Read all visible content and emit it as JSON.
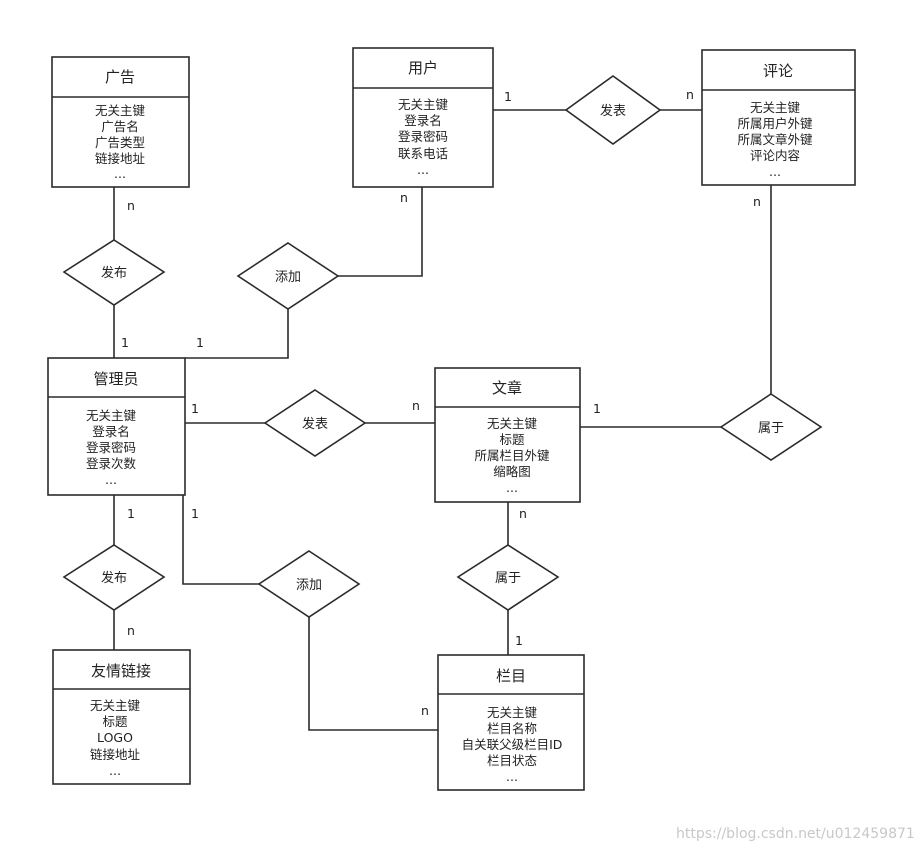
{
  "entities": [
    {
      "id": "ad",
      "title": "广告",
      "attrs": [
        "无关主键",
        "广告名",
        "广告类型",
        "链接地址",
        "..."
      ]
    },
    {
      "id": "user",
      "title": "用户",
      "attrs": [
        "无关主键",
        "登录名",
        "登录密码",
        "联系电话",
        "..."
      ]
    },
    {
      "id": "comment",
      "title": "评论",
      "attrs": [
        "无关主键",
        "所属用户外键",
        "所属文章外键",
        "评论内容",
        "..."
      ]
    },
    {
      "id": "admin",
      "title": "管理员",
      "attrs": [
        "无关主键",
        "登录名",
        "登录密码",
        "登录次数",
        "..."
      ]
    },
    {
      "id": "article",
      "title": "文章",
      "attrs": [
        "无关主键",
        "标题",
        "所属栏目外键",
        "缩略图",
        "..."
      ]
    },
    {
      "id": "link",
      "title": "友情链接",
      "attrs": [
        "无关主键",
        "标题",
        "LOGO",
        "链接地址",
        "..."
      ]
    },
    {
      "id": "column",
      "title": "栏目",
      "attrs": [
        "无关主键",
        "栏目名称",
        "自关联父级栏目ID",
        "栏目状态",
        "..."
      ]
    }
  ],
  "relationships": [
    {
      "id": "r_user_comment",
      "label": "发表"
    },
    {
      "id": "r_ad_admin",
      "label": "发布"
    },
    {
      "id": "r_admin_user",
      "label": "添加"
    },
    {
      "id": "r_admin_article",
      "label": "发表"
    },
    {
      "id": "r_article_comment",
      "label": "属于"
    },
    {
      "id": "r_admin_link",
      "label": "发布"
    },
    {
      "id": "r_admin_column",
      "label": "添加"
    },
    {
      "id": "r_article_column",
      "label": "属于"
    }
  ],
  "cardinalities": {
    "user_comment_1": "1",
    "user_comment_n": "n",
    "ad_n": "n",
    "ad_admin_1": "1",
    "user_admin_n": "n",
    "admin_user_1": "1",
    "admin_article_1": "1",
    "admin_article_n": "n",
    "comment_article_n": "n",
    "article_comment_1": "1",
    "admin_link_1": "1",
    "link_n": "n",
    "admin_column_1": "1",
    "column_admin_n": "n",
    "article_column_n": "n",
    "column_article_1": "1"
  },
  "watermark": "https://blog.csdn.net/u012459871"
}
